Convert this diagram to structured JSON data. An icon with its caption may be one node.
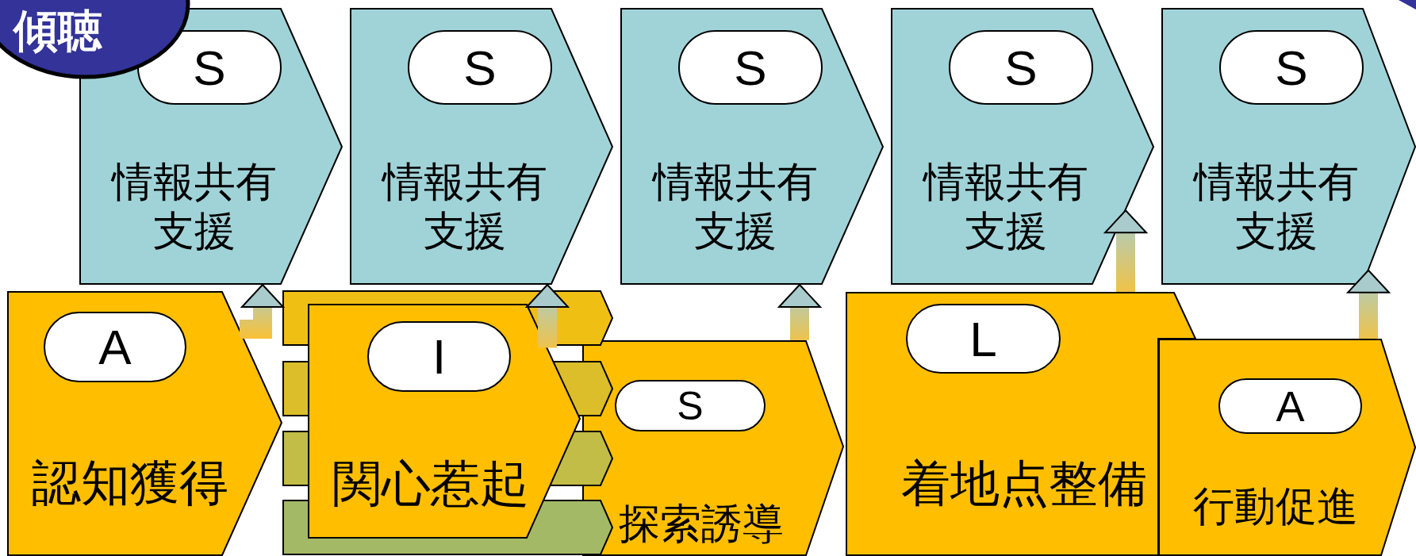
{
  "diagram": {
    "nodes": [
      {
        "text": [
          "傾聴"
        ]
      },
      {
        "text": [
          "情報共有支援"
        ]
      },
      {
        "text": [
          "S"
        ],
        "in": 1
      },
      {
        "text": [
          "情報共有支援"
        ]
      },
      {
        "text": [
          "S"
        ],
        "in": 3
      },
      {
        "text": [
          "情報共有支援"
        ]
      },
      {
        "text": [
          "S"
        ],
        "in": 5
      },
      {
        "text": [
          "情報共有支援"
        ]
      },
      {
        "text": [
          "S"
        ],
        "in": 7
      },
      {
        "text": [
          "情報共有支援"
        ]
      },
      {
        "text": [
          "S"
        ],
        "in": 9
      },
      {
        "text": [
          "認知獲得"
        ]
      },
      {
        "text": [
          "A"
        ],
        "in": 11
      },
      {
        "text": [
          "関心惹起"
        ]
      },
      {
        "text": [
          "I"
        ],
        "in": 13
      },
      {
        "text": [
          "探索誘導"
        ]
      },
      {
        "text": [
          "S"
        ],
        "in": 15
      },
      {
        "text": [
          "着地点整備"
        ]
      },
      {
        "text": [
          "L"
        ],
        "in": 17
      },
      {
        "text": [
          "行動促進"
        ]
      },
      {
        "text": [
          "A"
        ],
        "in": 19
      }
    ],
    "edges": [
      {
        "from": 11,
        "to": 1,
        "arrow": "to"
      },
      {
        "from": 13,
        "to": 3,
        "arrow": "to"
      },
      {
        "from": 15,
        "to": 5,
        "arrow": "to"
      },
      {
        "from": 17,
        "to": 7,
        "arrow": "to"
      },
      {
        "from": 19,
        "to": 9,
        "arrow": "to"
      }
    ]
  }
}
